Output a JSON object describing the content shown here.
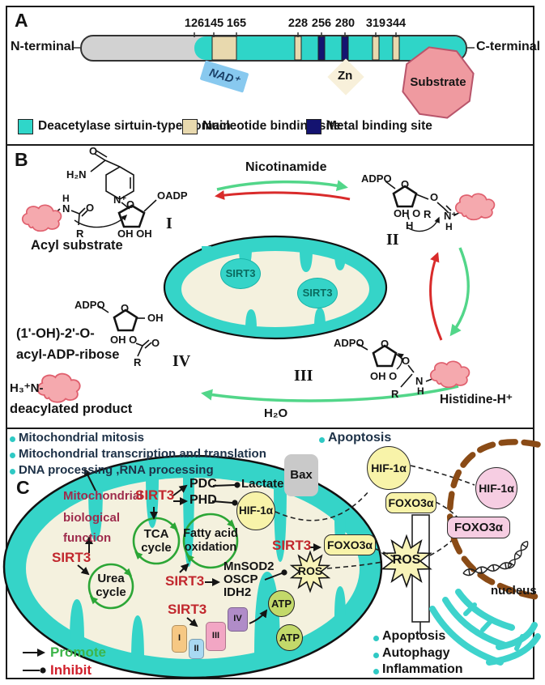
{
  "panelA": {
    "label": "A",
    "n_terminal": "N-terminal",
    "c_terminal": "C-terminal",
    "positions": [
      "126",
      "145",
      "165",
      "228",
      "256",
      "280",
      "319",
      "344"
    ],
    "nad": "NAD⁺",
    "zn": "Zn",
    "substrate": "Substrate",
    "legend": [
      {
        "label": "Deacetylase sirtuin-type domain",
        "color": "#2fd6c9"
      },
      {
        "label": "Nucleotide binding site",
        "color": "#e8d9ae"
      },
      {
        "label": "Metal binding site",
        "color": "#141370"
      }
    ]
  },
  "panelB": {
    "label": "B",
    "nicotinamide": "Nicotinamide",
    "acyl_substrate": "Acyl substrate",
    "sirt3": "SIRT3",
    "steps": [
      "I",
      "II",
      "III",
      "IV"
    ],
    "product_name": [
      "(1'-OH)-2'-O-",
      "acyl-ADP-ribose"
    ],
    "deacylated_prefix": "H₃⁺N-",
    "deacylated_product": "deacylated product",
    "histidine": "Histidine-H⁺",
    "h2o": "H₂O",
    "atoms": {
      "oadp": "OADP",
      "adpo": "ADPO",
      "h2n": "H₂N",
      "o": "O",
      "n_plus": "N⁺",
      "n": "N",
      "h": "H",
      "r": "R",
      "oh_oh": "OH OH",
      "oh": "OH",
      "oh_o": "OH O"
    }
  },
  "panelC": {
    "label": "C",
    "bullets_top": [
      "Mitochondrial mitosis",
      "Mitochondrial transcription and translation",
      "DNA processing ,RNA processing"
    ],
    "apoptosis_bullet": "Apoptosis",
    "bax": "Bax",
    "mito_bio": [
      "Mitochondrial",
      "biological",
      "function"
    ],
    "sirt3": "SIRT3",
    "pdc": "PDC",
    "phd": "PHD",
    "lactate": "Lactate",
    "hif1a": "HIF-1α",
    "foxo3a": "FOXO3α",
    "tca": [
      "TCA",
      "cycle"
    ],
    "fatty": [
      "Fatty acid",
      "oxidation"
    ],
    "urea": [
      "Urea",
      "cycle"
    ],
    "targets": [
      "MnSOD2",
      "OSCP",
      "IDH2"
    ],
    "ros": "ROS",
    "atp": "ATP",
    "complexes": [
      "I",
      "II",
      "III",
      "IV"
    ],
    "nucleus": "nucleus",
    "bullets_bottom": [
      "Apoptosis",
      "Autophagy",
      "Inflammation"
    ],
    "legend": {
      "promote": "Promote",
      "inhibit": "Inhibit"
    },
    "colors": {
      "mito_teal": "#35d4c8",
      "matrix_cream": "#f4f1de",
      "cyto_yellow": "#f8f3a9",
      "nucleus_pink": "#f6cde2",
      "nucleus_membrane_brown": "#8a4b16",
      "promote_green": "#3db54a",
      "inhibit_red": "#d1202c",
      "sirt3_red": "#c1272d",
      "atp_green": "#c3d96a"
    }
  }
}
